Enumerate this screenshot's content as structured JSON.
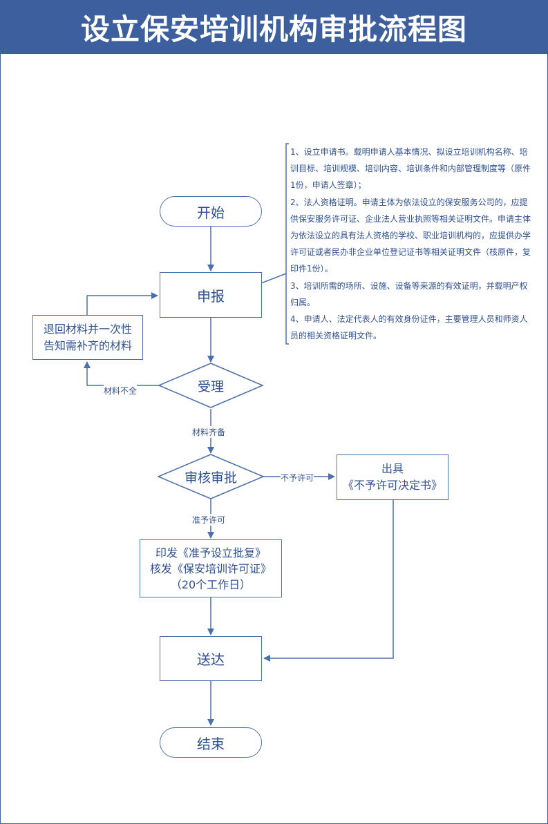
{
  "title": "设立保安培训机构审批流程图",
  "nodes": {
    "start": "开始",
    "declare": "申报",
    "accept": "受理",
    "review": "审核审批",
    "return_materials": [
      "退回材料并一次性",
      "告知需补齐的材料"
    ],
    "issue_refusal": [
      "出具",
      "《不予许可决定书》"
    ],
    "issue_approval": [
      "印发《准予设立批复》",
      "核发《保安培训许可证》",
      "（20个工作日）"
    ],
    "deliver": "送达",
    "end": "结束"
  },
  "edge_labels": {
    "incomplete": "材料不全",
    "complete": "材料齐备",
    "not_permitted": "不予许可",
    "permitted": "准予许可"
  },
  "requirements": [
    "1、设立申请书。载明申请人基本情况、拟设立培训机构名称、培训目标、培训规模、培训内容、培训条件和内部管理制度等（原件1份，申请人签章）；",
    "2、法人资格证明。申请主体为依法设立的保安服务公司的，应提供保安服务许可证、企业法人营业执照等相关证明文件。申请主体为依法设立的具有法人资格的学校、职业培训机构的，应提供办学许可证或者民办非企业单位登记证书等相关证明文件（核原件，复印件1份）。",
    "3、培训所需的场所、设施、设备等来源的有效证明，并载明产权归属。",
    "4、申请人、法定代表人的有效身份证件，主要管理人员和师资人员的相关资格证明文件。"
  ],
  "colors": {
    "accent": "#3d5f9e",
    "line": "#4a6fad",
    "text": "#2f4f8f"
  }
}
